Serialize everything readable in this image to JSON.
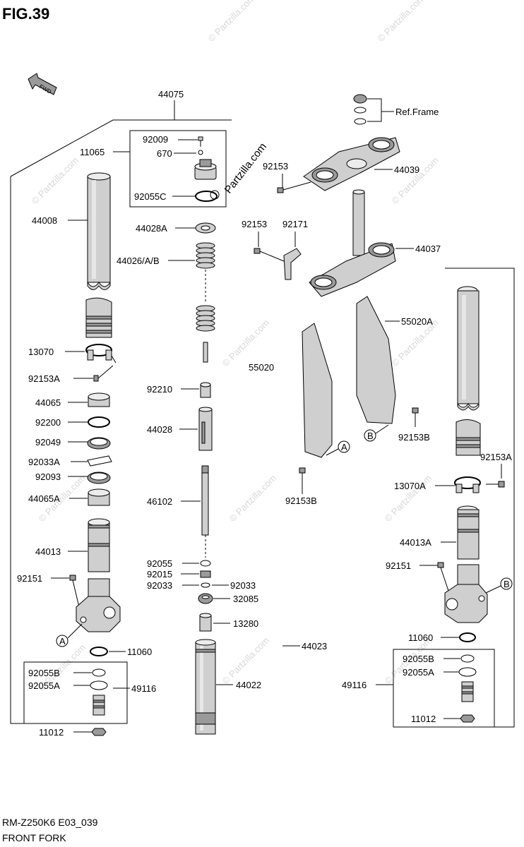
{
  "figure": {
    "title": "FIG.39",
    "code": "RM-Z250K6 E03_039",
    "name": "FRONT FORK",
    "fwd_label": "FWD",
    "watermark_site": "Partzilla.com",
    "watermark_copy": "© Partzilla.com"
  },
  "labels": {
    "p44075": "44075",
    "p92009": "92009",
    "p11065": "11065",
    "p670": "670",
    "p92055C": "92055C",
    "p44008": "44008",
    "p44028A": "44028A",
    "p44026AB": "44026/A/B",
    "p13070": "13070",
    "p92153A_left": "92153A",
    "p44065": "44065",
    "p92200": "92200",
    "p92049": "92049",
    "p92033A": "92033A",
    "p92093": "92093",
    "p44065A": "44065A",
    "p44013": "44013",
    "p92151_left": "92151",
    "pA_left": "A",
    "p11060_left": "11060",
    "p92055B_left": "92055B",
    "p92055A_left": "92055A",
    "p49116_left": "49116",
    "p11012_left": "11012",
    "p92210": "92210",
    "p44028": "44028",
    "p46102": "46102",
    "p92055": "92055",
    "p92015": "92015",
    "p92033_l": "92033",
    "p92033_r": "92033",
    "p32085": "32085",
    "p13280": "13280",
    "p44022": "44022",
    "p44023": "44023",
    "pRefFrame": "Ref.Frame",
    "p92153_top": "92153",
    "p44039": "44039",
    "p92153_mid": "92153",
    "p92171": "92171",
    "p44037": "44037",
    "p55020A": "55020A",
    "p55020": "55020",
    "pB_mid": "B",
    "p92153B_right": "92153B",
    "pA_mid": "A",
    "p92153B_left": "92153B",
    "p92153A_right": "92153A",
    "p13070A": "13070A",
    "p44013A": "44013A",
    "p92151_right": "92151",
    "pB_right": "B",
    "p11060_right": "11060",
    "p92055B_right": "92055B",
    "p92055A_right": "92055A",
    "p49116_right": "49116",
    "p11012_right": "11012"
  }
}
